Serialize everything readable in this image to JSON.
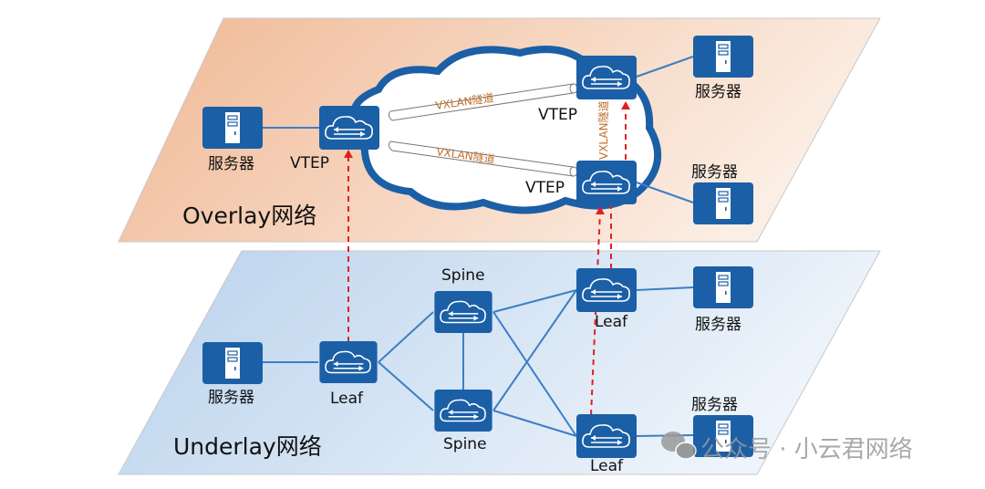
{
  "colors": {
    "device": "#1b5fa6",
    "link": "#3b7fc4",
    "tunnel_text": "#c0702a",
    "mapping": "#e02020",
    "overlay_plane": "#f2c3a2",
    "underlay_plane": "#c9dcf0"
  },
  "overlay": {
    "title": "Overlay网络",
    "servers": [
      "服务器",
      "服务器",
      "服务器"
    ],
    "vteps": [
      "VTEP",
      "VTEP",
      "VTEP"
    ],
    "tunnels": [
      "VXLAN隧道",
      "VXLAN隧道",
      "VXLAN隧道"
    ]
  },
  "underlay": {
    "title": "Underlay网络",
    "spines": [
      "Spine",
      "Spine"
    ],
    "leafs": [
      "Leaf",
      "Leaf",
      "Leaf"
    ],
    "servers": [
      "服务器",
      "服务器",
      "服务器"
    ]
  },
  "watermark": "公众号 · 小云君网络"
}
